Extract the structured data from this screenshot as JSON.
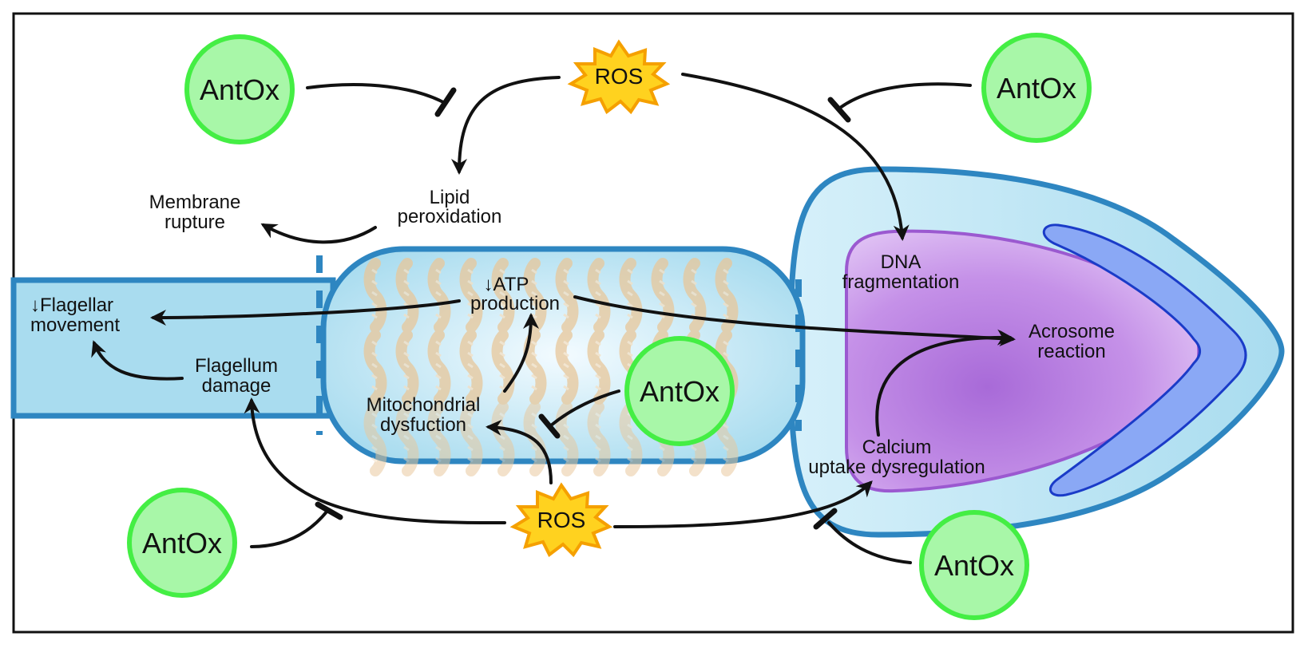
{
  "colors": {
    "frame": "#111111",
    "cell_outline": "#2e86c1",
    "cell_fill": "#a9dcef",
    "midpiece_fill": "#bfe6f4",
    "nucleus_fill": "#c58ce6",
    "nucleus_outline": "#9b59d0",
    "acrosome_fill": "#8aa8f5",
    "acrosome_outline": "#1a3bc8",
    "mitochondria": "#e8c79a",
    "antox_fill": "#a8f7a8",
    "antox_outline": "#44ee44",
    "ros_fill": "#ffd21f",
    "ros_outline": "#f5a000",
    "arrow": "#111111"
  },
  "icons": {
    "antioxidant": "antox-circle-icon",
    "ros": "ros-starburst-icon"
  },
  "labels": {
    "antox": "AntOx",
    "ros": "ROS",
    "lipid": [
      "Lipid",
      "peroxidation"
    ],
    "membrane": [
      "Membrane",
      "rupture"
    ],
    "atp": [
      "↓ATP",
      "production"
    ],
    "flagellar": [
      "↓Flagellar",
      "movement"
    ],
    "flagellum_damage": [
      "Flagellum",
      "damage"
    ],
    "mito": [
      "Mitochondrial",
      "dysfuction"
    ],
    "dna": [
      "DNA",
      "fragmentation"
    ],
    "acrosome": [
      "Acrosome",
      "reaction"
    ],
    "calcium": [
      "Calcium",
      "uptake dysregulation"
    ]
  }
}
